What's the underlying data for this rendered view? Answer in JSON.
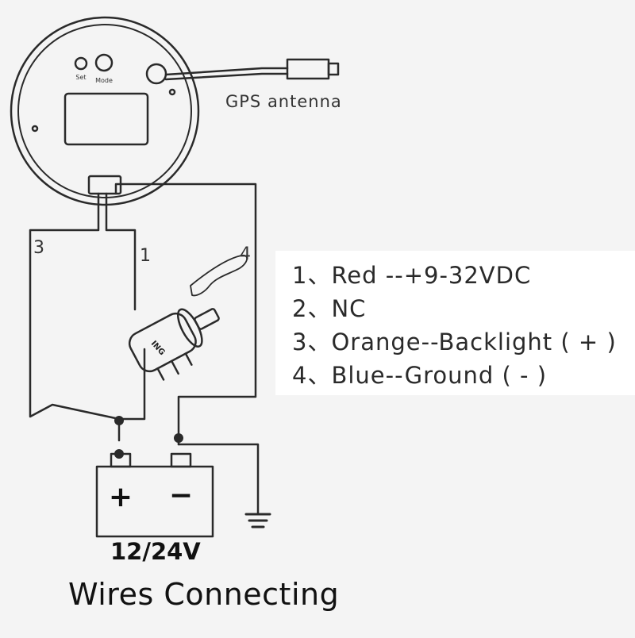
{
  "diagram": {
    "gps_label": "GPS antenna",
    "gauge": {
      "button_mode_label": "Mode",
      "button_set_label": "Set"
    },
    "wire_numbers": [
      "3",
      "1",
      "4"
    ],
    "ignition_label": "ING",
    "battery": {
      "plus": "+",
      "minus": "−",
      "voltage": "12/24V"
    },
    "legend": [
      "1、Red --+9-32VDC",
      "2、NC",
      "3、Orange--Backlight ( + )",
      "4、Blue--Ground ( - )"
    ],
    "caption": "Wires Connecting"
  }
}
